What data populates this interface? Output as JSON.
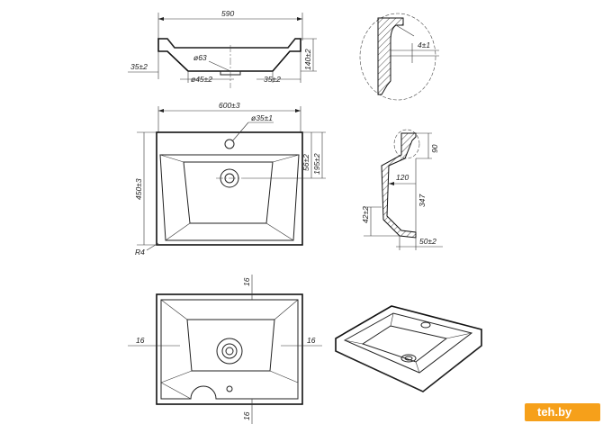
{
  "logo": {
    "text": "teh.by"
  },
  "top_view": {
    "width": "590",
    "hole_dia": "ø63",
    "outlet_dia": "ø45±2",
    "left_offset": "35±2",
    "right_offset": "35±2",
    "height": "140±2"
  },
  "detail_a": {
    "dim": "4±1"
  },
  "plan_view": {
    "width": "600±3",
    "tap_hole": "ø35±1",
    "depth_left": "450±3",
    "drain_offset": "56±2",
    "drain_depth": "195±2",
    "radius": "R4"
  },
  "section_view": {
    "top": "90",
    "inner": "120",
    "height": "347",
    "drain": "42±2",
    "bottom": "50±2"
  },
  "bottom_view": {
    "top": "16",
    "left": "16",
    "right": "16",
    "bottom": "16"
  }
}
